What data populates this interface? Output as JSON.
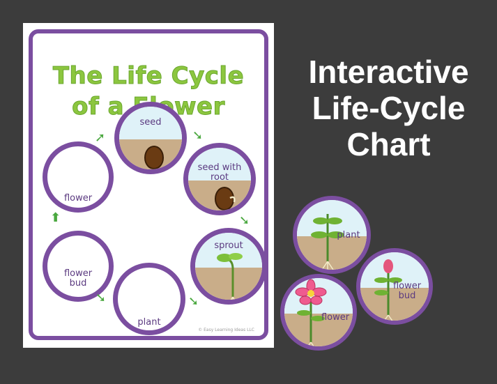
{
  "poster": {
    "title_line1": "The Life Cycle",
    "title_line2": "of a Flower",
    "footer": "© Easy Learning Ideas LLC",
    "stages": {
      "seed": "seed",
      "seed_with_root_1": "seed with",
      "seed_with_root_2": "root",
      "sprout": "sprout",
      "plant": "plant",
      "flower_bud_1": "flower",
      "flower_bud_2": "bud",
      "flower": "flower"
    }
  },
  "headline": {
    "line1": "Interactive",
    "line2": "Life-Cycle",
    "line3": "Chart"
  },
  "cards": {
    "plant": "plant",
    "flower_bud_1": "flower",
    "flower_bud_2": "bud",
    "flower": "flower"
  },
  "colors": {
    "background": "#3c3c3c",
    "purple": "#7b4ea0",
    "title_green": "#8cc63f",
    "arrow_green": "#4aa83f"
  }
}
